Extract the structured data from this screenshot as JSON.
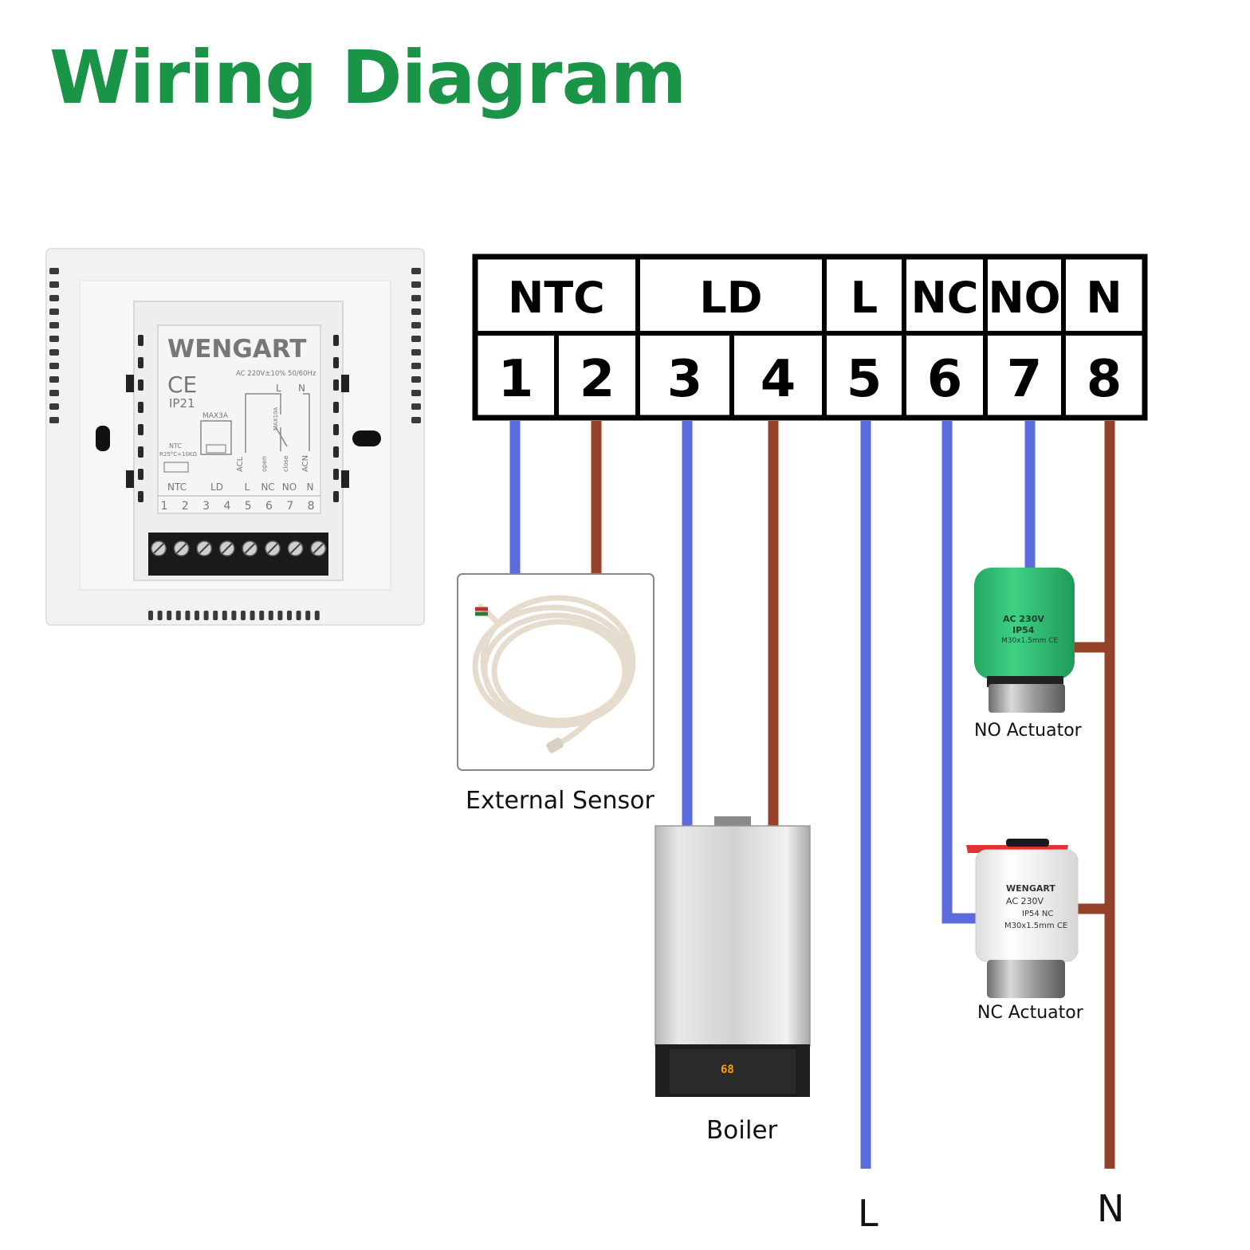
{
  "title": "Wiring Diagram",
  "colors": {
    "title": "#1a9446",
    "neutral_wire": "#94432a",
    "signal_wire": "#5b6bdb",
    "no_actuator": "#2ebf73",
    "nc_actuator_cap": "#e03333"
  },
  "terminal_block": {
    "groups": [
      {
        "label": "NTC"
      },
      {
        "label": "LD"
      },
      {
        "label": "L"
      },
      {
        "label": "NC"
      },
      {
        "label": "NO"
      },
      {
        "label": "N"
      }
    ],
    "terminals": [
      "1",
      "2",
      "3",
      "4",
      "5",
      "6",
      "7",
      "8"
    ]
  },
  "thermostat_back": {
    "brand": "WENGART",
    "ce": "CE",
    "ip": "IP21",
    "rating": "AC 220V±10% 50/60Hz",
    "max_ld": "MAX3A",
    "max_relay": "MAX10A",
    "ntc_spec_1": "NTC",
    "ntc_spec_2": "R25°C=10KΩ",
    "acl": "ACL",
    "acn": "ACN",
    "open": "open",
    "close": "close",
    "relay_l": "L",
    "relay_n": "N",
    "groups": [
      "NTC",
      "LD",
      "L",
      "NC",
      "NO",
      "N"
    ],
    "terminals": [
      "1",
      "2",
      "3",
      "4",
      "5",
      "6",
      "7",
      "8"
    ]
  },
  "components": {
    "sensor": "External Sensor",
    "boiler": "Boiler",
    "boiler_display": "68",
    "no_actuator": "NO Actuator",
    "no_actuator_text": [
      "AC 230V",
      "IP54",
      "M30x1.5mm CE"
    ],
    "nc_actuator": "NC Actuator",
    "nc_actuator_text": [
      "WENGART",
      "AC 230V",
      "IP54 NC",
      "M30x1.5mm CE"
    ]
  },
  "supply": {
    "l": "L",
    "n": "N"
  }
}
